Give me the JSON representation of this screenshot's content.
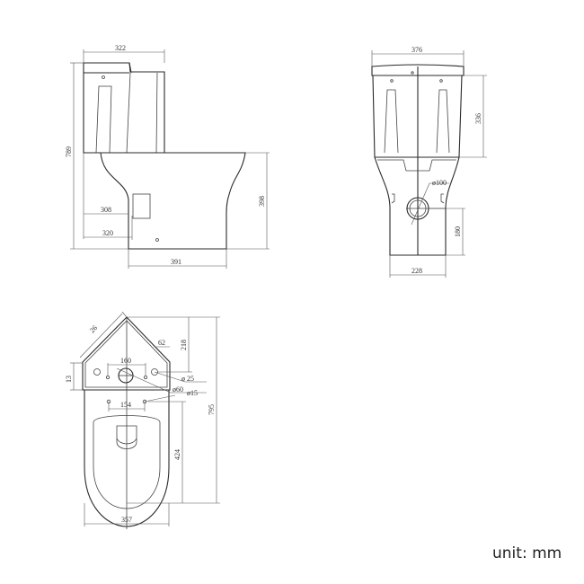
{
  "side_view": {
    "width_top": "322",
    "height_total": "789",
    "depth_308": "308",
    "depth_320": "320",
    "base_width": "391",
    "bowl_height": "398"
  },
  "front_view": {
    "width": "376",
    "cistern_height": "336",
    "outlet_diameter": "ø100",
    "outlet_height": "180",
    "base_width": "228"
  },
  "top_view": {
    "chamfer": "26",
    "hole_offset": "62",
    "depth_to_holes": "218",
    "edge_13": "13",
    "hole_spacing": "160",
    "hole_d25": "ø 25",
    "hole_d60": "ø60",
    "hole_d15": "ø15",
    "seat_spacing": "154",
    "total_length": "795",
    "seat_length": "424",
    "width": "357"
  },
  "unit_label": "unit: mm"
}
